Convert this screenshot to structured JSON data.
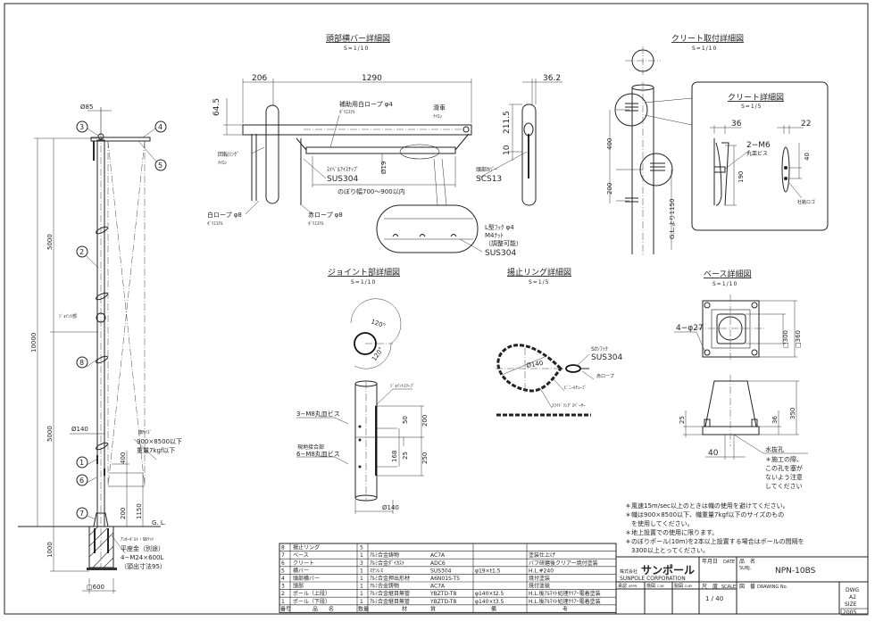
{
  "main_view": {
    "callouts": [
      "3",
      "4",
      "5",
      "2",
      "8",
      "1",
      "6",
      "7"
    ],
    "dia_top": "Ø85",
    "dia_pole": "Ø140",
    "joint_label": "ｼﾞｮｲﾝﾄ部",
    "dim_total": "10000",
    "dim_upper": "5000",
    "dim_lower": "5000",
    "dim_foundation": "1000",
    "dim_400": "400",
    "dim_200": "200",
    "dim_1150": "1150",
    "gl": "G. L.",
    "flag_size_label": "旗ｻｲｽﾞ",
    "flag_size": "900×8500以下",
    "flag_weight": "重量7kgf以下",
    "anchor_label": "ｱﾝｶｰﾎﾞﾙﾄ・Wﾅｯﾄ",
    "anchor_plate": "平座金（別途）",
    "anchor_spec": "4−M24×600L",
    "anchor_protrusion": "（頭出寸法95）",
    "foundation_size": "□600"
  },
  "head_bar": {
    "title": "頭部横バー詳細図",
    "scale": "S=1/10",
    "dim_206": "206",
    "dim_1290": "1290",
    "dim_64_5": "64.5",
    "dim_36_2": "36.2",
    "dim_211_5": "211.5",
    "dim_10": "10",
    "dim_19": "Ø19",
    "aux_rope": "補助用白ロープ φ4",
    "aux_rope_mat": "ﾎﾟﾘｴｽﾃﾙ",
    "pulley": "滑車",
    "pulley_mat": "ﾅｲﾛﾝ",
    "swivel_ring": "回転ﾘﾝｸﾞ",
    "swivel_ring_mat": "ﾅｲﾛﾝ",
    "swivel_snap": "ｽｲﾍﾞﾙｱｲｽﾅｯﾌﾟ",
    "swivel_snap_mat": "SUS304",
    "flag_width": "のぼり幅700〜900以内",
    "white_rope": "白ロープ φ8",
    "white_rope_mat": "ﾎﾟﾘｴｽﾃﾙ",
    "red_rope": "赤ロープ φ8",
    "red_rope_mat": "ﾎﾟﾘｴｽﾃﾙ",
    "head_cover": "頭部ｶﾊﾞｰ",
    "head_cover_mat": "SCS13",
    "hook": "L型ﾌｯｸ φ4",
    "hook_nut": "M4ﾅｯﾄ",
    "hook_adjust": "（調整可能）",
    "hook_mat": "SUS304"
  },
  "cleat_mount": {
    "title": "クリート取付詳細図",
    "scale": "S=1/10",
    "dim_400": "400",
    "dim_200": "200",
    "gl_1150": "G.L.より1150",
    "detail_title": "クリート詳細図",
    "detail_scale": "S=1/5",
    "dim_36": "36",
    "dim_22": "22",
    "screw": "2−M6",
    "screw_type": "丸皿ビス",
    "dim_190": "190",
    "dim_40": "40",
    "logo": "社銘ロゴ"
  },
  "joint": {
    "title": "ジョイント部詳細図",
    "scale": "S=1/10",
    "angle1": "120°",
    "angle2": "120°",
    "sleeve": "ｼﾞｮｲﾝﾄｽﾘｰﾌﾞ",
    "screw3": "3−M8丸皿ビス",
    "site_joint": "現地接合部",
    "screw6": "6−M8丸皿ビス",
    "dim_50": "50",
    "dim_200": "200",
    "dim_168": "168",
    "dim_25": "25",
    "dim_250": "250",
    "dia": "Ø140"
  },
  "ring": {
    "title": "揚止リング詳細図",
    "scale": "S=1/5",
    "dia": "Ø140",
    "s_hook": "Sｶﾝﾌｯｸ",
    "s_hook_mat": "SUS304",
    "red_rope": "赤ロープ",
    "vinyl_tube": "ﾋﾞﾆｰﾙﾁｭｰﾌﾞ",
    "spacer": "ｽﾗｲﾄﾞﾘﾝｸﾞｽﾍﾟｰｻｰ"
  },
  "base": {
    "title": "ベース詳細図",
    "scale": "S=1/10",
    "holes": "4−φ27",
    "dim_300": "□300",
    "dim_360": "□360",
    "dim_350": "350",
    "dim_36": "36",
    "dim_25": "25",
    "dim_40": "40",
    "drain": "水抜孔",
    "note": [
      "＊施工の際、",
      "この孔を塞が",
      "ないよう注意",
      "してください"
    ]
  },
  "notes": [
    "＊風速15m/sec以上のときは幟の使用を避けてください。",
    "＊幟は900×8500以下、幟重量7kgf以下のサイズのもの",
    "　を使用してください。",
    "＊地上設置での使用に限ります。",
    "＊のぼりポール(10m)を2本以上設置する場合はポールの間隔を",
    "　3300以上とってください。"
  ],
  "parts_table": {
    "headers": [
      "番号",
      "品　　名",
      "数量",
      "材",
      "質",
      "備",
      "考"
    ],
    "rows": [
      {
        "no": "8",
        "name": "揚止リング",
        "qty": "5",
        "mat": "",
        "code": "",
        "spec": "",
        "remark": ""
      },
      {
        "no": "7",
        "name": "ベース",
        "qty": "1",
        "mat": "ｱﾙﾐ合金鋳物",
        "code": "AC7A",
        "spec": "",
        "remark": "塗装仕上げ"
      },
      {
        "no": "6",
        "name": "クリート",
        "qty": "3",
        "mat": "ｱﾙﾐ合金ﾀﾞｲｶｽﾄ",
        "code": "ADC6",
        "spec": "",
        "remark": "バフ研磨後クリアー焼付塗装"
      },
      {
        "no": "5",
        "name": "横バー",
        "qty": "1",
        "mat": "ｽﾃﾝﾚｽ",
        "code": "SUS304",
        "spec": "φ19×t1.5",
        "remark": "H.L.#240"
      },
      {
        "no": "4",
        "name": "頭部横バー",
        "qty": "1",
        "mat": "ｱﾙﾐ合金押出形材",
        "code": "A6N01S-T5",
        "spec": "",
        "remark": "焼付塗装"
      },
      {
        "no": "3",
        "name": "頭部",
        "qty": "1",
        "mat": "ｱﾙﾐ合金鋳物",
        "code": "AC7A",
        "spec": "",
        "remark": "焼付塗装"
      },
      {
        "no": "2",
        "name": "ポール（上段）",
        "qty": "1",
        "mat": "ｱﾙﾐ合金継目無管",
        "code": "YBZTD-T8",
        "spec": "φ140×t2.5",
        "remark": "H.L.後ｱﾙﾏｲﾄ処理ｸﾘｱｰ電着塗装"
      },
      {
        "no": "1",
        "name": "ポール（下段）",
        "qty": "1",
        "mat": "ｱﾙﾐ合金継目無管",
        "code": "YBZTD-T8",
        "spec": "φ140×t3.5",
        "remark": "H.L.後ｱﾙﾏｲﾄ処理ｸﾘｱｰ電着塗装"
      }
    ]
  },
  "title_block": {
    "company_prefix": "株式会社",
    "company": "サンポール",
    "company_en": "SUNPOLE CORPORATION",
    "date_label": "年月日",
    "date_label_en": "DATE",
    "name_label": "品　名",
    "name_label_en": "SUBJ.",
    "product": "NPN-10BS",
    "approved": "承認",
    "approved_en": "APPR.",
    "checked": "検図",
    "checked_en": "C.BY",
    "drawn": "製図",
    "drawn_en": "D.BY",
    "scale_label": "尺　度",
    "scale_label_en": "SCALE",
    "scale": "1 / 40",
    "drawing_no_label": "図　番",
    "drawing_no_en": "DRAWING No.",
    "dwg": "DWG",
    "size": "A2",
    "size_label": "SIZE",
    "year": "2005"
  }
}
